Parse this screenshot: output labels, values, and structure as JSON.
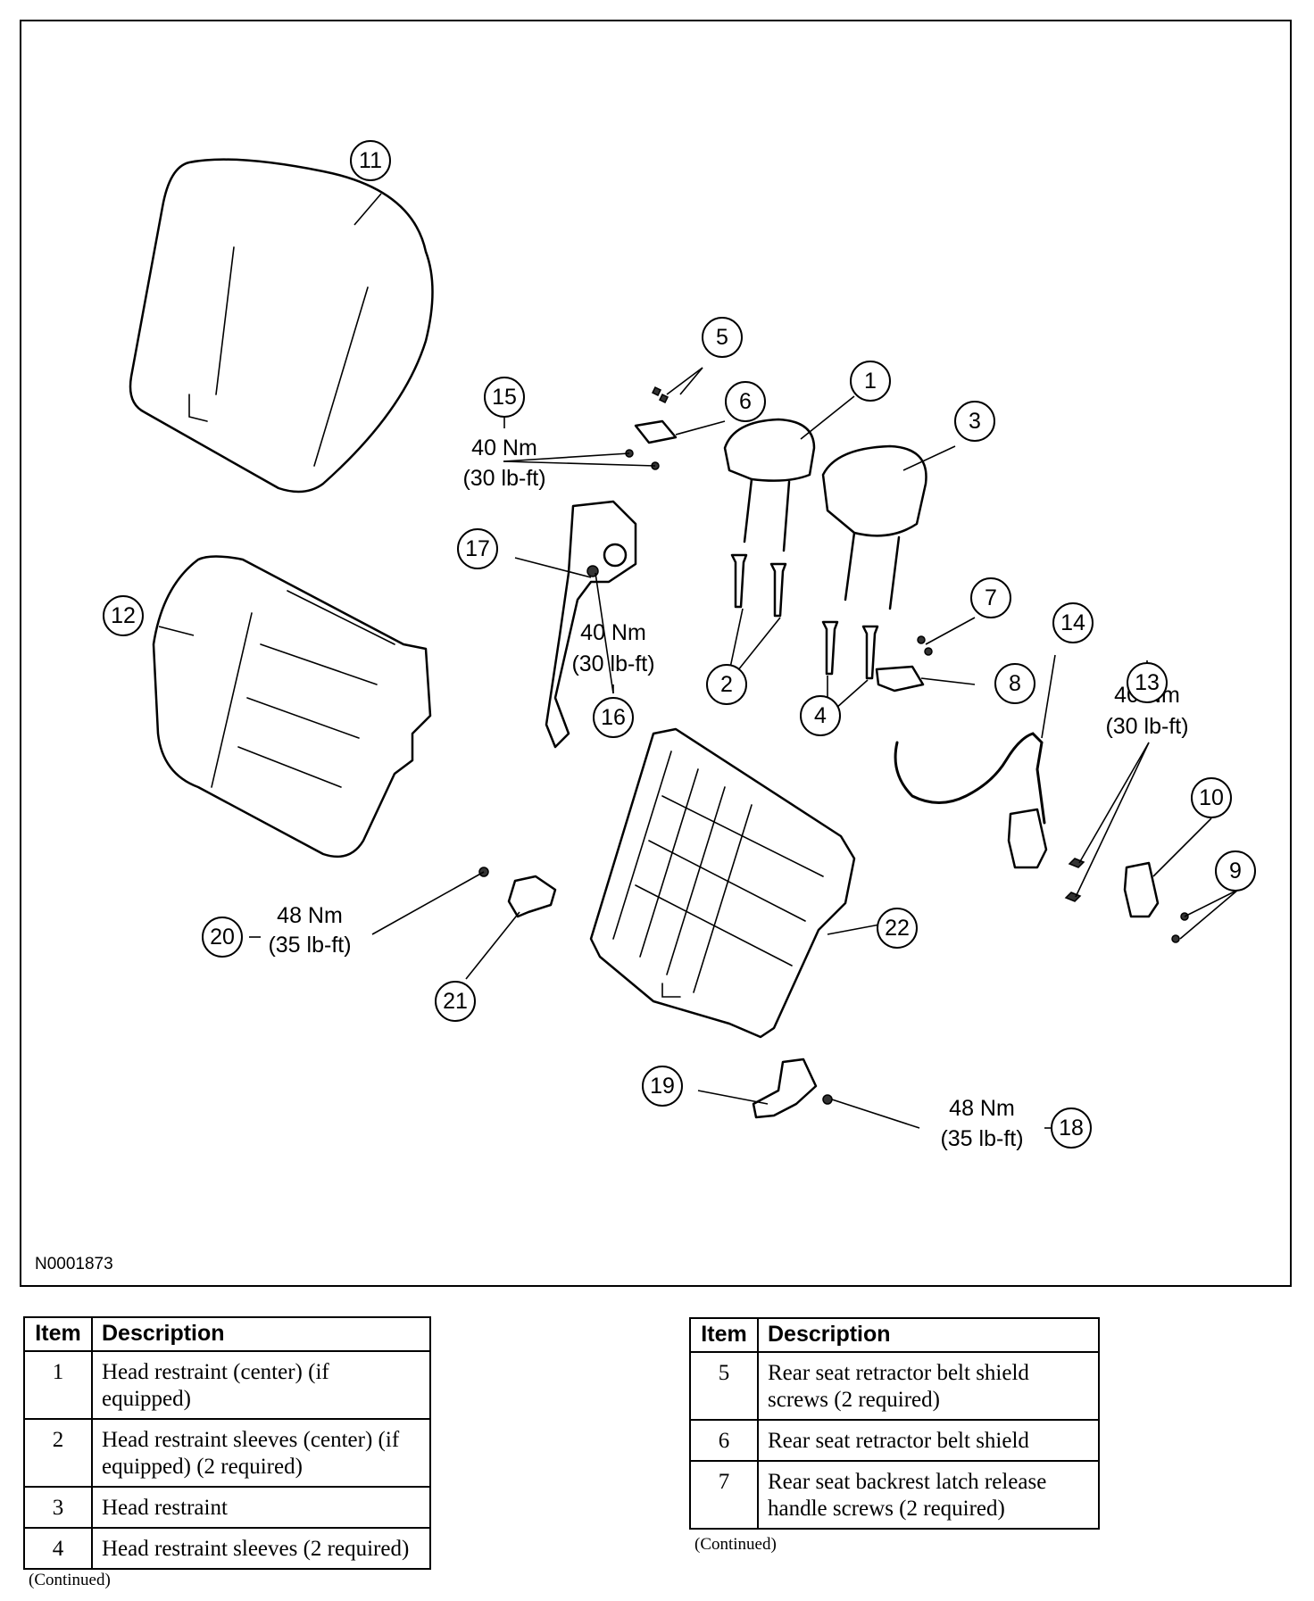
{
  "figure_id": "N0001873",
  "torque": {
    "t15": [
      "40 Nm",
      "(30 lb-ft)"
    ],
    "t16": [
      "40 Nm",
      "(30 lb-ft)"
    ],
    "t13": [
      "40 Nm",
      "(30 lb-ft)"
    ],
    "t20": [
      "48 Nm",
      "(35 lb-ft)"
    ],
    "t18": [
      "48 Nm",
      "(35 lb-ft)"
    ]
  },
  "callouts": [
    "1",
    "2",
    "3",
    "4",
    "5",
    "6",
    "7",
    "8",
    "9",
    "10",
    "11",
    "12",
    "13",
    "14",
    "15",
    "16",
    "17",
    "18",
    "19",
    "20",
    "21",
    "22"
  ],
  "table_left": {
    "headers": {
      "item": "Item",
      "description": "Description"
    },
    "rows": [
      {
        "item": "1",
        "description": "Head restraint (center) (if equipped)"
      },
      {
        "item": "2",
        "description": "Head restraint sleeves (center) (if equipped) (2 required)"
      },
      {
        "item": "3",
        "description": "Head restraint"
      },
      {
        "item": "4",
        "description": "Head restraint sleeves (2 required)"
      }
    ],
    "continued": "(Continued)"
  },
  "table_right": {
    "headers": {
      "item": "Item",
      "description": "Description"
    },
    "rows": [
      {
        "item": "5",
        "description": "Rear seat retractor belt shield screws (2 required)"
      },
      {
        "item": "6",
        "description": "Rear seat retractor belt shield"
      },
      {
        "item": "7",
        "description": "Rear seat backrest latch release handle screws (2 required)"
      }
    ],
    "continued": "(Continued)"
  }
}
